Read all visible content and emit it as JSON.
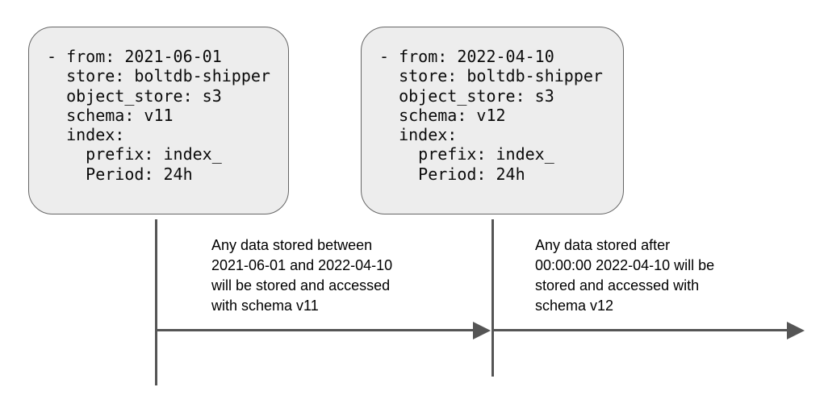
{
  "diagram": {
    "title_semantic": "loki-schema-config-timeline",
    "colors": {
      "background": "#ffffff",
      "box_fill": "#ededed",
      "box_border": "#666666",
      "line": "#555555",
      "code_text": "#0a0a0a",
      "annotation_text": "#000000"
    },
    "boxes": [
      {
        "id": "schema-v11-config",
        "lines": [
          "- from: 2021-06-01",
          "  store: boltdb-shipper",
          "  object_store: s3",
          "  schema: v11",
          "  index:",
          "    prefix: index_",
          "    Period: 24h"
        ]
      },
      {
        "id": "schema-v12-config",
        "lines": [
          "- from: 2022-04-10",
          "  store: boltdb-shipper",
          "  object_store: s3",
          "  schema: v12",
          "  index:",
          "    prefix: index_",
          "    Period: 24h"
        ]
      }
    ],
    "annotations": [
      {
        "id": "schema-v11-period-note",
        "lines": [
          "Any data stored between",
          "2021-06-01 and 2022-04-10",
          "will be stored and accessed",
          "with schema v11"
        ]
      },
      {
        "id": "schema-v12-period-note",
        "lines": [
          "Any data stored after",
          "00:00:00 2022-04-10 will be",
          "stored and accessed with",
          "schema v12"
        ]
      }
    ]
  }
}
